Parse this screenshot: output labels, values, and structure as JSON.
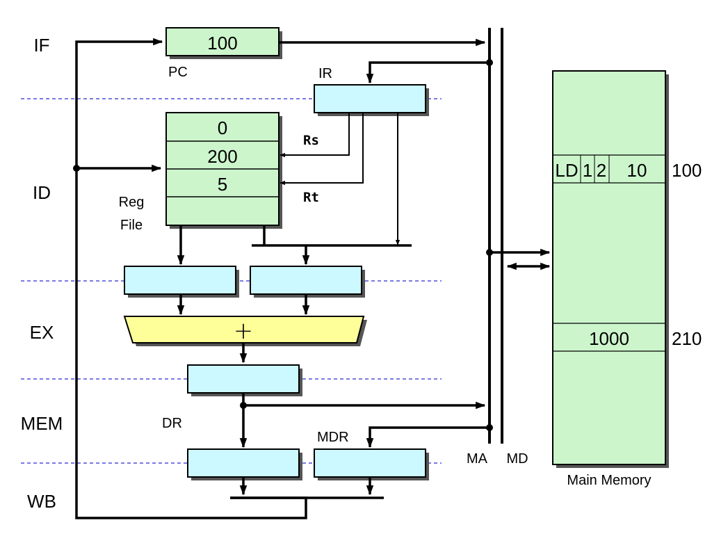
{
  "stages": [
    "IF",
    "ID",
    "EX",
    "MEM",
    "WB"
  ],
  "pc": {
    "value": "100",
    "label": "PC"
  },
  "ir": {
    "label": "IR"
  },
  "reg_file": {
    "label_line1": "Reg",
    "label_line2": "File",
    "entries": [
      "0",
      "200",
      "5",
      ""
    ]
  },
  "rs_label": "Rs",
  "rt_label": "Rt",
  "alu": {
    "op": "+"
  },
  "dr": {
    "label": "DR"
  },
  "mdr": {
    "label": "MDR"
  },
  "ma": {
    "label": "MA"
  },
  "md": {
    "label": "MD"
  },
  "memory": {
    "label": "Main Memory",
    "instruction": {
      "fields": [
        "LD",
        "1",
        "2",
        "10"
      ],
      "address": "100"
    },
    "data": {
      "value": "1000",
      "address": "210"
    }
  },
  "colors": {
    "register_green": "#ccf5cc",
    "latch_cyan": "#ccf8ff",
    "alu_yellow": "#ffff99",
    "memory_green": "#ccf5cc",
    "shadow": "#555555",
    "stage_divider": "#2a2ad4"
  }
}
